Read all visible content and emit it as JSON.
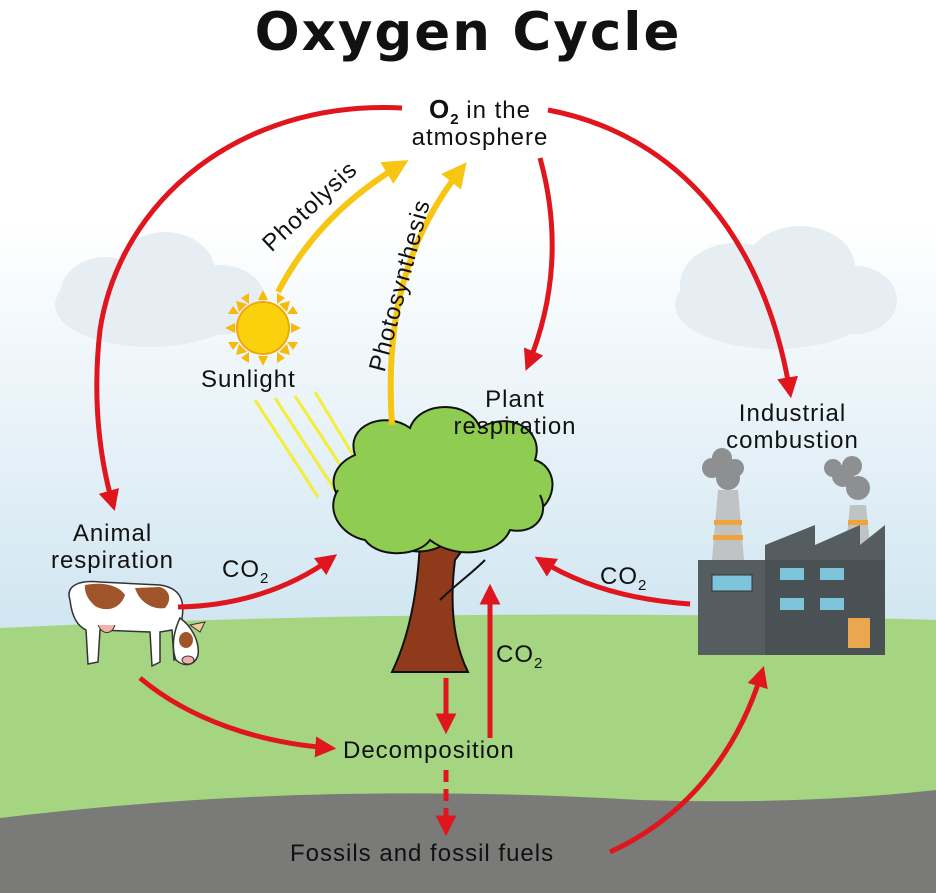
{
  "title": "Oxygen Cycle",
  "colors": {
    "sky_top": "#ffffff",
    "sky_bottom": "#cfe5f1",
    "ground": "#a6d581",
    "soil": "#7a7a79",
    "red_arrow": "#e0161f",
    "yellow_arrow": "#f7c613",
    "sun": "#fbd10d",
    "tree_leaves": "#8fcc52",
    "tree_trunk": "#8f3a1a",
    "factory": "#555d60",
    "window": "#7ec4db"
  },
  "labels": {
    "o2_symbol": "O",
    "o2_subscript": "2",
    "o2_rest": " in the",
    "atmosphere": "atmosphere",
    "photolysis": "Photolysis",
    "photosynthesis": "Photosynthesis",
    "sunlight": "Sunlight",
    "plant_respiration_1": "Plant",
    "plant_respiration_2": "respiration",
    "industrial_combustion_1": "Industrial",
    "industrial_combustion_2": "combustion",
    "animal_respiration_1": "Animal",
    "animal_respiration_2": "respiration",
    "co2_symbol": "CO",
    "co2_subscript": "2",
    "decomposition": "Decomposition",
    "fossils": "Fossils and fossil fuels"
  },
  "icons": [
    "sun-icon",
    "cloud-icon",
    "tree-icon",
    "cow-icon",
    "factory-icon",
    "smoke-icon"
  ]
}
